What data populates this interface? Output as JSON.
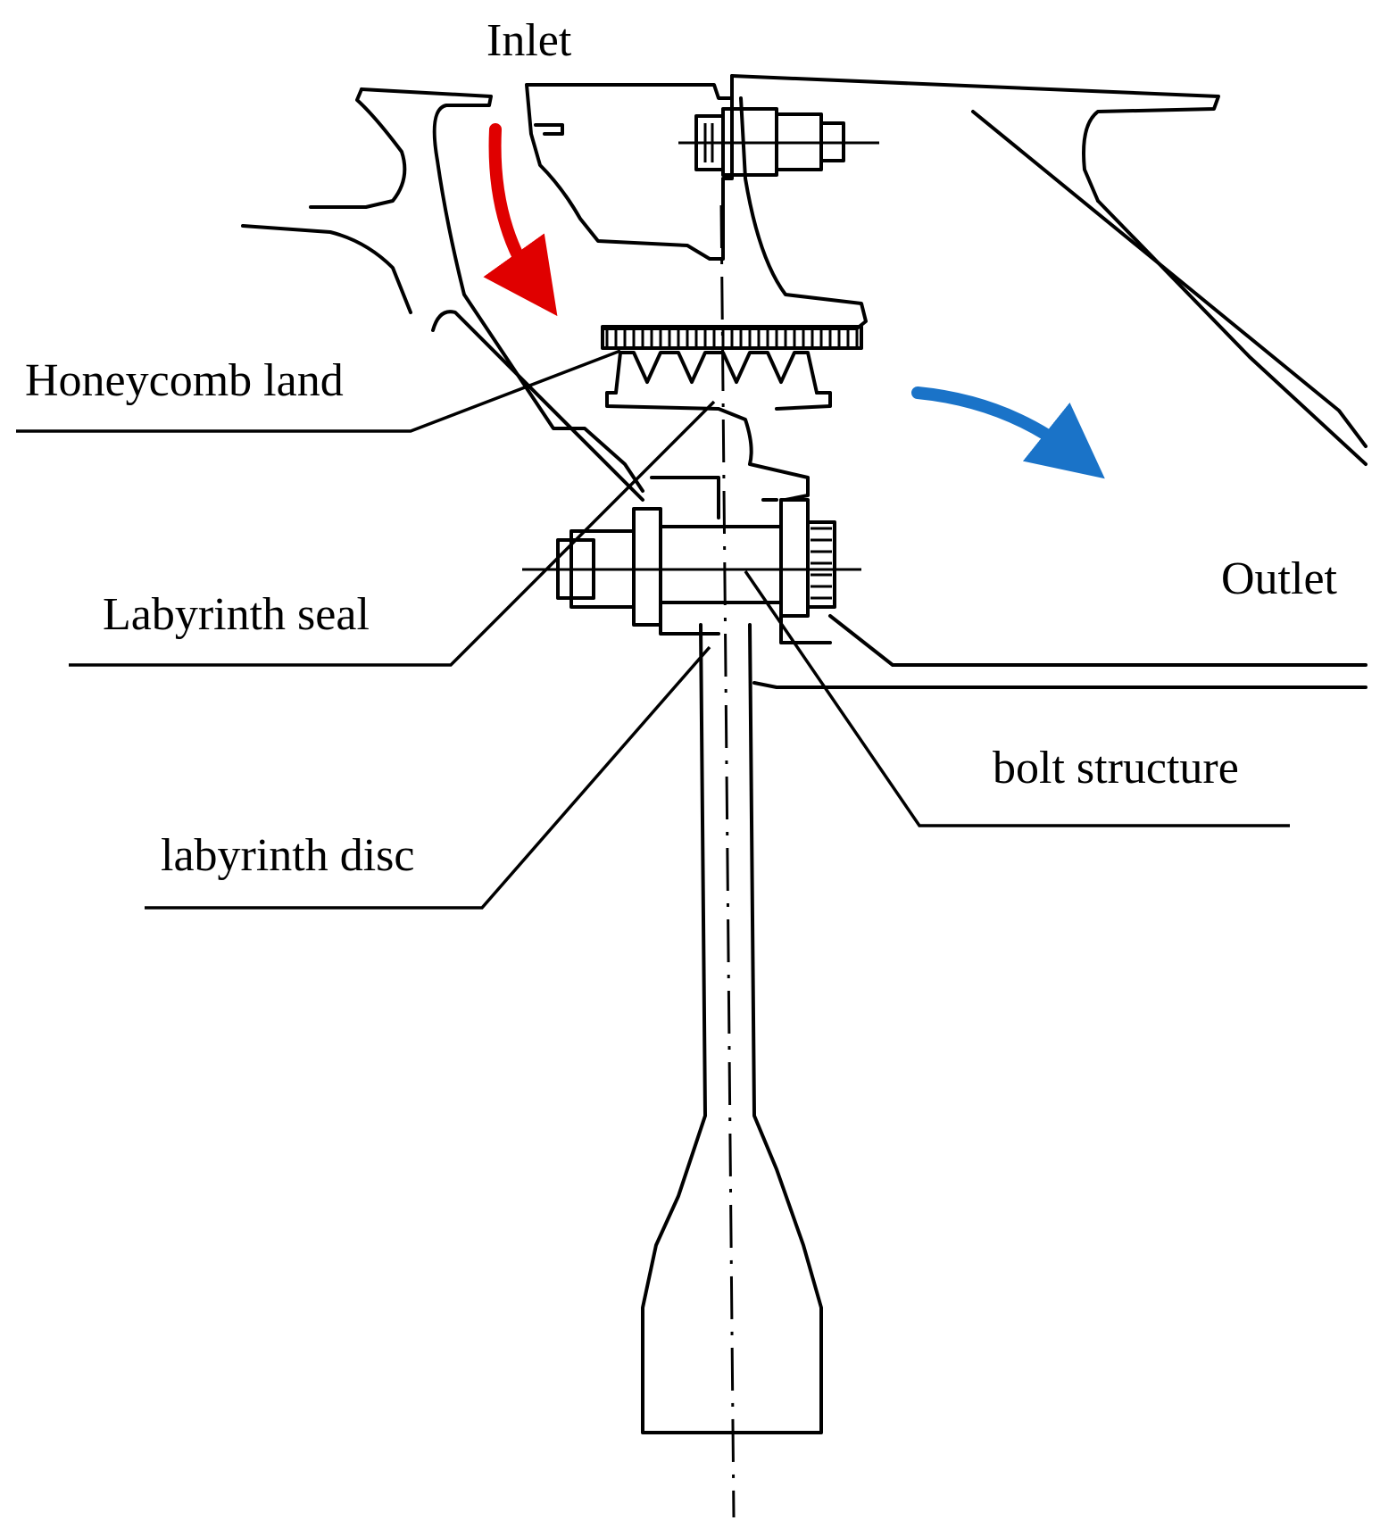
{
  "labels": {
    "inlet": "Inlet",
    "outlet": "Outlet",
    "honeycomb_land": "Honeycomb land",
    "labyrinth_seal": "Labyrinth seal",
    "bolt_structure": "bolt structure",
    "labyrinth_disc": "labyrinth disc"
  },
  "colors": {
    "inlet_flow_arrow": "#e00000",
    "outlet_flow_arrow": "#1a73c8",
    "line": "#000000",
    "background": "#ffffff"
  }
}
